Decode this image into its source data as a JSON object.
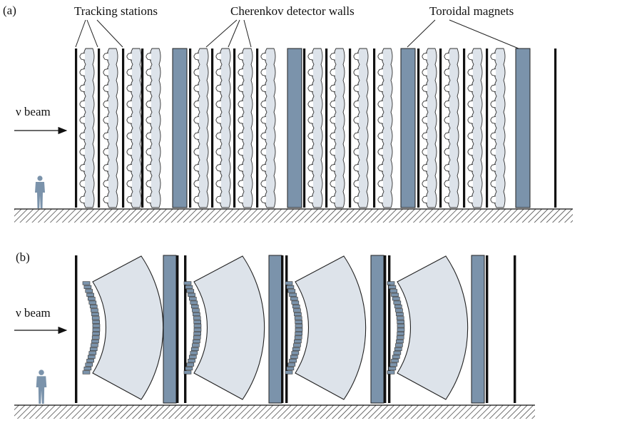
{
  "panel_a": {
    "label": "(a)",
    "tracking_label": "Tracking stations",
    "cherenkov_label": "Cherenkov detector walls",
    "magnet_label": "Toroidal magnets",
    "beam_label": "ν beam"
  },
  "panel_b": {
    "label": "(b)",
    "beam_label": "ν beam"
  },
  "colors": {
    "magnet": "#7b93ab",
    "detector": "#dde3ea",
    "ink": "#111111"
  },
  "icons": [
    "person-icon",
    "arrow-icon",
    "ground-hatch"
  ]
}
